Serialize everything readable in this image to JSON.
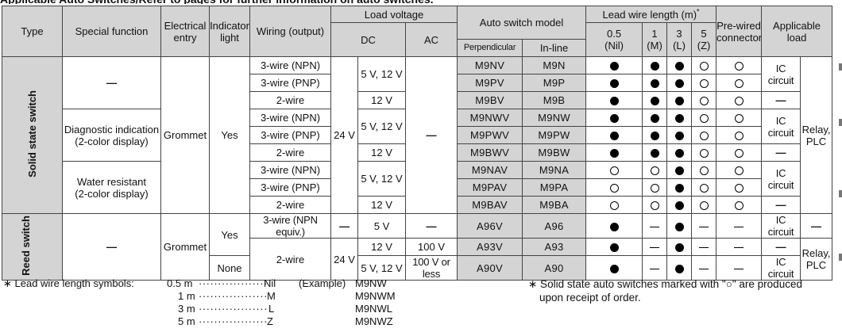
{
  "header": {
    "type": "Type",
    "special_function": "Special function",
    "electrical_entry": "Electrical entry",
    "indicator_light": "Indicator light",
    "wiring": "Wiring (output)",
    "load_voltage": "Load voltage",
    "dc": "DC",
    "ac": "AC",
    "auto_switch_model": "Auto switch model",
    "perpendicular": "Perpendicular",
    "in_line": "In-line",
    "lead_wire_length": "Lead wire length (m)",
    "lead_wire_mark": "*",
    "lw_05": "0.5",
    "lw_05_sym": "(Nil)",
    "lw_1": "1",
    "lw_1_sym": "(M)",
    "lw_3": "3",
    "lw_3_sym": "(L)",
    "lw_5": "5",
    "lw_5_sym": "(Z)",
    "prewired": "Pre-wired connector",
    "applicable_load": "Applicable load"
  },
  "groups": {
    "solid_state": "Solid state switch",
    "reed": "Reed switch"
  },
  "common": {
    "emdash": "—",
    "grommet": "Grommet",
    "yes": "Yes",
    "none": "None",
    "v24": "24 V",
    "v5_12": "5 V, 12 V",
    "v12": "12 V",
    "v5": "5 V",
    "v100": "100 V",
    "v100less": "100 V or less",
    "ic_circuit": "IC circuit",
    "relay_plc": "Relay, PLC",
    "w3npn": "3-wire (NPN)",
    "w3pnp": "3-wire (PNP)",
    "w2": "2-wire",
    "w3npn_equiv": "3-wire (NPN equiv.)"
  },
  "functions": {
    "diagnostic_1": "Diagnostic indication",
    "diagnostic_2": "(2-color display)",
    "water_1": "Water resistant",
    "water_2": "(2-color display)"
  },
  "models": [
    {
      "perp": "M9NV",
      "inline": "M9N"
    },
    {
      "perp": "M9PV",
      "inline": "M9P"
    },
    {
      "perp": "M9BV",
      "inline": "M9B"
    },
    {
      "perp": "M9NWV",
      "inline": "M9NW"
    },
    {
      "perp": "M9PWV",
      "inline": "M9PW"
    },
    {
      "perp": "M9BWV",
      "inline": "M9BW"
    },
    {
      "perp": "M9NAV",
      "inline": "M9NA"
    },
    {
      "perp": "M9PAV",
      "inline": "M9PA"
    },
    {
      "perp": "M9BAV",
      "inline": "M9BA"
    },
    {
      "perp": "A96V",
      "inline": "A96"
    },
    {
      "perp": "A93V",
      "inline": "A93"
    },
    {
      "perp": "A90V",
      "inline": "A90"
    }
  ],
  "footnotes": {
    "lead_title": "∗ Lead wire length symbols:",
    "l05": "0.5 m",
    "l05_sym": "Nil",
    "l1": "1 m",
    "l1_sym": "M",
    "l3": "3 m",
    "l3_sym": "L",
    "l5": "5 m",
    "l5_sym": "Z",
    "leader": "··················",
    "example_label": "(Example)",
    "ex1": "M9NW",
    "ex2": "M9NWM",
    "ex3": "M9NWL",
    "ex4": "M9NWZ",
    "note_1": "∗ Solid state auto switches marked with \"○\" are produced",
    "note_2": "upon receipt of order."
  }
}
